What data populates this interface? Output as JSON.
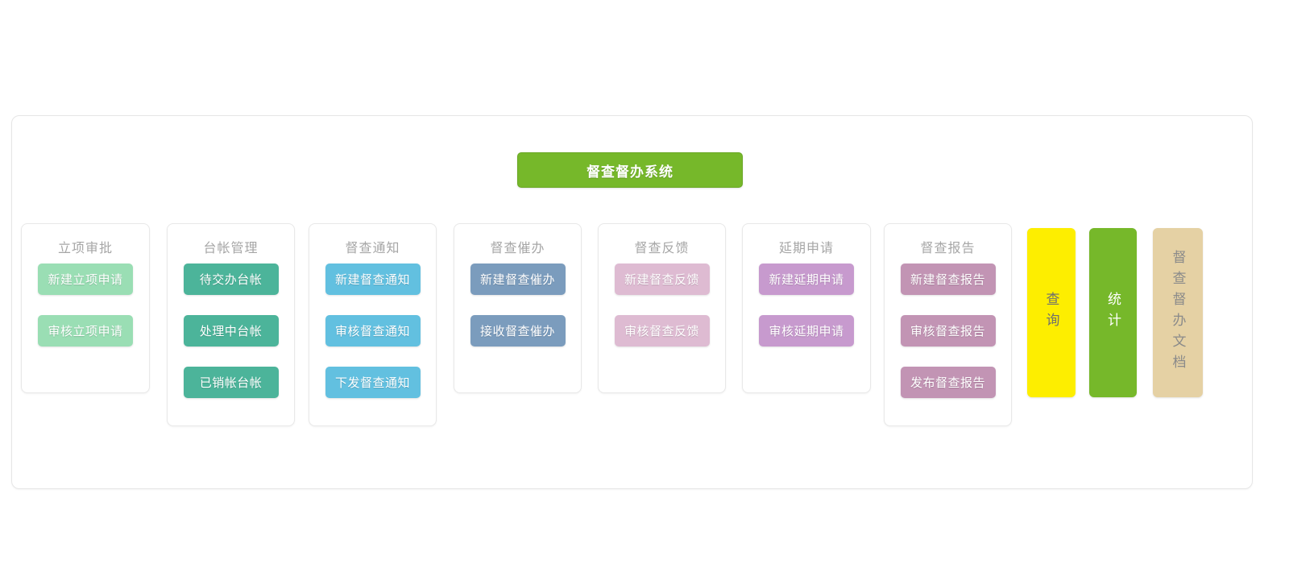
{
  "header": {
    "system_title": "督查督办系统",
    "title_color": "#76b82a"
  },
  "modules": [
    {
      "title": "立项审批",
      "color": "#9adeb4",
      "buttons": [
        "新建立项申请",
        "审核立项申请"
      ]
    },
    {
      "title": "台帐管理",
      "color": "#4cb49a",
      "buttons": [
        "待交办台帐",
        "处理中台帐",
        "已销帐台帐"
      ]
    },
    {
      "title": "督查通知",
      "color": "#62c0e0",
      "buttons": [
        "新建督查通知",
        "审核督查通知",
        "下发督查通知"
      ]
    },
    {
      "title": "督查催办",
      "color": "#7b9cbd",
      "buttons": [
        "新建督查催办",
        "接收督查催办"
      ]
    },
    {
      "title": "督查反馈",
      "color": "#debbd2",
      "buttons": [
        "新建督查反馈",
        "审核督查反馈"
      ]
    },
    {
      "title": "延期申请",
      "color": "#c79ace",
      "buttons": [
        "新建延期申请",
        "审核延期申请"
      ]
    },
    {
      "title": "督查报告",
      "color": "#c294b4",
      "buttons": [
        "新建督查报告",
        "审核督查报告",
        "发布督查报告"
      ]
    }
  ],
  "side_buttons": [
    {
      "label": "查询",
      "bg": "#fdee00",
      "text_color": "#6f6f6f"
    },
    {
      "label": "统计",
      "bg": "#76b82a",
      "text_color": "#ffffff"
    },
    {
      "label": "督查督办文档",
      "bg": "#e5d1a4",
      "text_color": "#8a8a8a"
    }
  ]
}
